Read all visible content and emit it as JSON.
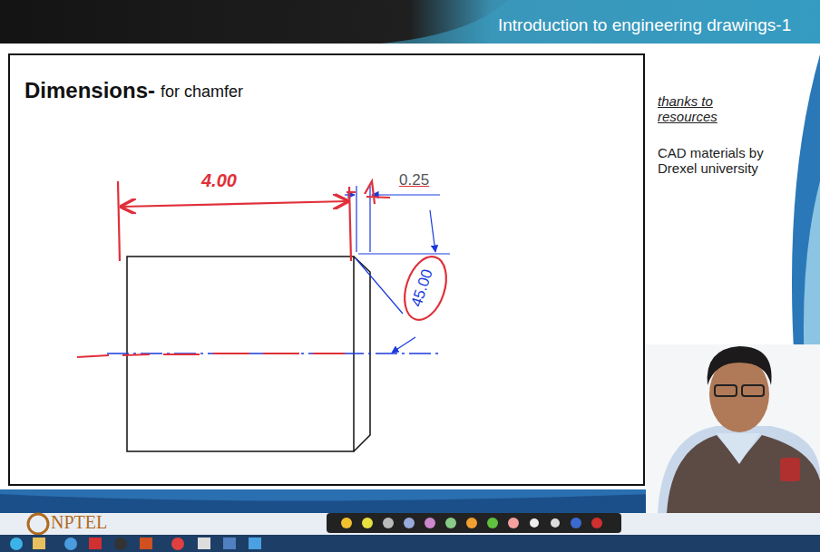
{
  "diagram": {
    "title": "Dimensions-",
    "labels": [
      "Introduction to engineering drawings-1",
      "for chamfer",
      "4.00",
      "0.25",
      "45.00",
      "thanks to resources",
      "CAD materials by Drexel university",
      "NPTEL"
    ]
  }
}
